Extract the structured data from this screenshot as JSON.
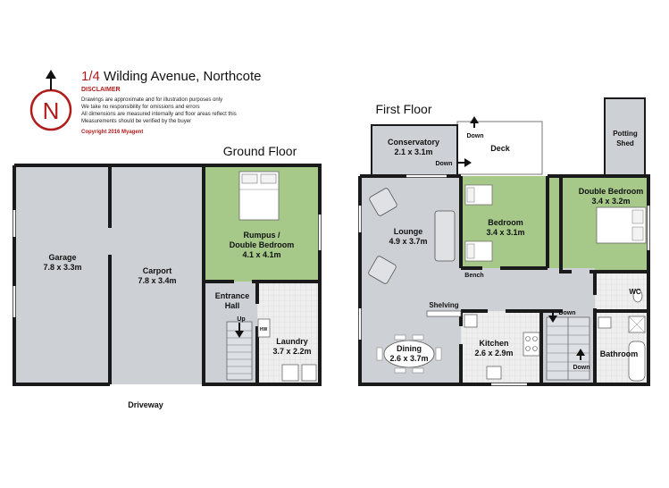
{
  "header": {
    "title_number": "1/4",
    "title_street": "Wilding Avenue, Northcote",
    "disclaimer_heading": "DISCLAIMER",
    "disclaimer_lines": [
      "Drawings are approximate and for illustration purposes only",
      "We take no responsibility for omissions and errors",
      "All dimensions are measured internally and floor areas reflect this",
      "Measurements should be verified by the buyer"
    ],
    "copyright": "Copyright 2016   Myagent",
    "compass_letter": "N"
  },
  "floors": {
    "ground": "Ground Floor",
    "first": "First Floor"
  },
  "rooms": {
    "garage": {
      "name": "Garage",
      "dims": "7.8 x 3.3m"
    },
    "carport": {
      "name": "Carport",
      "dims": "7.8 x 3.4m"
    },
    "rumpus": {
      "name1": "Rumpus /",
      "name2": "Double Bedroom",
      "dims": "4.1 x 4.1m"
    },
    "entrance": {
      "name1": "Entrance",
      "name2": "Hall"
    },
    "laundry": {
      "name": "Laundry",
      "dims": "3.7 x 2.2m"
    },
    "conservatory": {
      "name": "Conservatory",
      "dims": "2.1 x 3.1m"
    },
    "deck": {
      "name": "Deck"
    },
    "potting": {
      "name1": "Potting",
      "name2": "Shed"
    },
    "lounge": {
      "name": "Lounge",
      "dims": "4.9 x 3.7m"
    },
    "bedroom": {
      "name": "Bedroom",
      "dims": "3.4 x 3.1m"
    },
    "double_bedroom": {
      "name": "Double Bedroom",
      "dims": "3.4 x 3.2m"
    },
    "dining": {
      "name": "Dining",
      "dims": "2.6 x 3.7m"
    },
    "kitchen": {
      "name": "Kitchen",
      "dims": "2.6 x 2.9m"
    },
    "bathroom": {
      "name": "Bathroom"
    },
    "wc": {
      "name": "WC"
    }
  },
  "labels": {
    "driveway": "Driveway",
    "up": "Up",
    "down": "Down",
    "hw": "HW",
    "bench": "Bench",
    "shelving": "Shelving"
  },
  "colors": {
    "wall": "#1a1a1a",
    "floor_grey": "#cdd0d5",
    "bedroom_green": "#a6c98a",
    "wet_area": "#ececec",
    "accent_red": "#b01c1c"
  }
}
